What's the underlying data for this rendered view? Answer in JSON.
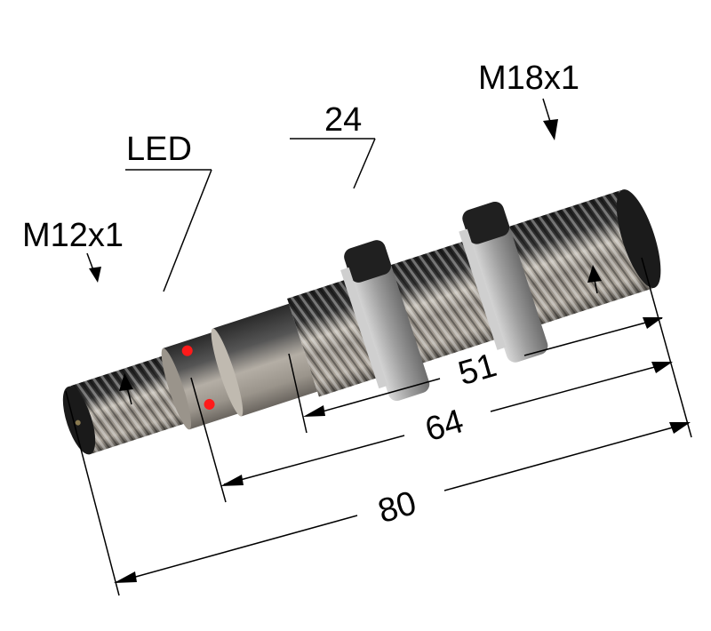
{
  "diagram": {
    "subject": "Cylindrical inductive proximity sensor with connector and two hex nuts",
    "labels": {
      "m12": "M12x1",
      "led": "LED",
      "nut": "24",
      "m18": "M18x1"
    },
    "dimensions": {
      "d51": "51",
      "d64": "64",
      "d80": "80"
    },
    "colors": {
      "led": "#ff1a1a",
      "metal_light": "#c9c3b8",
      "metal_mid": "#8f8a82",
      "metal_dark": "#2b2b2b",
      "line": "#000000",
      "background": "#ffffff"
    }
  }
}
